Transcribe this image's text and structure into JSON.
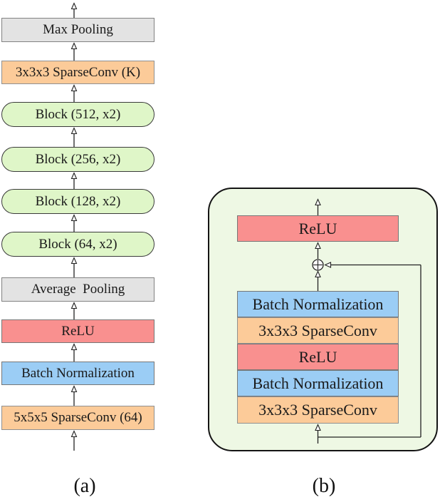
{
  "panel_a": {
    "caption": "(a)",
    "layers": [
      {
        "name": "max-pooling",
        "label": "Max Pooling"
      },
      {
        "name": "sparseconv-3x3x3-k",
        "label": "3x3x3 SparseConv (K)"
      },
      {
        "name": "block-512",
        "label": "Block (512, x2)"
      },
      {
        "name": "block-256",
        "label": "Block (256, x2)"
      },
      {
        "name": "block-128",
        "label": "Block (128, x2)"
      },
      {
        "name": "block-64",
        "label": "Block (64, x2)"
      },
      {
        "name": "average-pooling",
        "label": "Average  Pooling"
      },
      {
        "name": "relu",
        "label": "ReLU"
      },
      {
        "name": "batch-normalization",
        "label": "Batch Normalization"
      },
      {
        "name": "sparseconv-5x5x5",
        "label": "5x5x5 SparseConv (64)"
      }
    ]
  },
  "panel_b": {
    "caption": "(b)",
    "output_layer": {
      "label": "ReLU"
    },
    "sum_symbol": "⊕",
    "stack": [
      {
        "label": "Batch Normalization"
      },
      {
        "label": "3x3x3 SparseConv"
      },
      {
        "label": "ReLU"
      },
      {
        "label": "Batch Normalization"
      },
      {
        "label": "3x3x3 SparseConv"
      }
    ]
  },
  "colors": {
    "pool_fill": "#e3e3e3",
    "conv_fill": "#fccb99",
    "block_fill": "#dff6c8",
    "relu_fill": "#f9908f",
    "bn_fill": "#9bcdf5",
    "residual_container_fill": "#eef8e4",
    "line": "#222222"
  }
}
